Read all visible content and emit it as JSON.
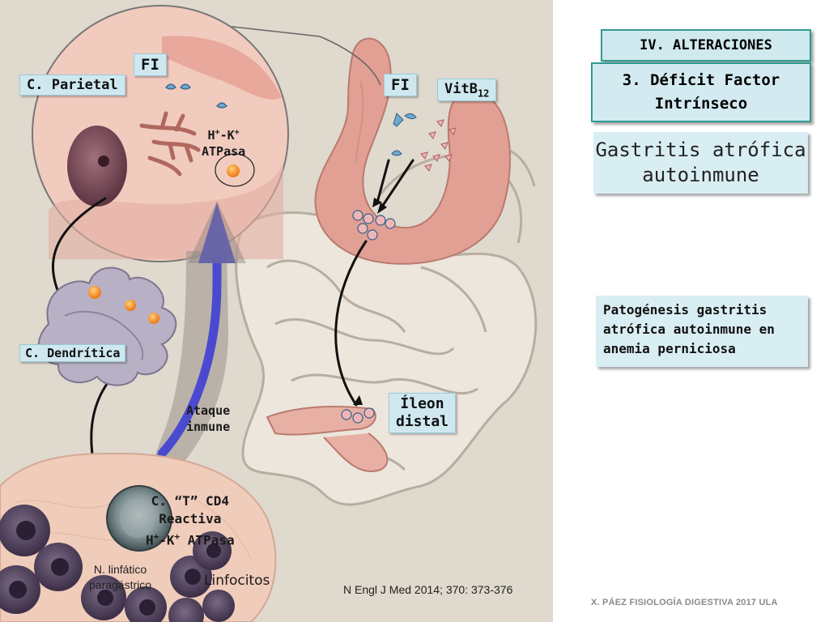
{
  "header": {
    "section_tag": "IV. ALTERACIONES",
    "section_title": "3. Déficit Factor Intrínseco"
  },
  "subtitle": "Gastritis atrófica autoinmune",
  "caption": "Patogénesis gastritis atrófica autoinmune en anemia perniciosa",
  "labels": {
    "fi_left": "FI",
    "c_parietal": "C. Parietal",
    "fi_right": "FI",
    "vitb12_base": "VitB",
    "vitb12_sub": "12",
    "h_k_atpasa_line1_a": "H",
    "h_k_atpasa_line1_b": "-K",
    "h_k_atpasa_line2": "ATPasa",
    "c_dendritica": "C. Dendrítica",
    "ataque_line1": "Ataque",
    "ataque_line2": "inmune",
    "ileon_line1": "Íleon",
    "ileon_line2": "distal",
    "cd4_line1": "C. “T” CD4",
    "cd4_line2": "Reactiva",
    "cd4_line3_a": "H",
    "cd4_line3_b": "-K",
    "cd4_line3_c": " ATPasa",
    "n_linfatico_1": "N. linfático",
    "n_linfatico_2": "paragástrico",
    "linfocitos": "Linfocitos",
    "plus": "+"
  },
  "citation": "N Engl J Med 2014; 370: 373-376",
  "footer": "X. PÁEZ   FISIOLOGÍA DIGESTIVA 2017  ULA",
  "colors": {
    "accent": "#2f9a8f",
    "panel": "#d9eef3",
    "bg_illustration": "#e6dfd4",
    "stomach": "#e6a39a",
    "cell": "#f1c9bf",
    "immune_arrow": "#5a5ad0"
  }
}
